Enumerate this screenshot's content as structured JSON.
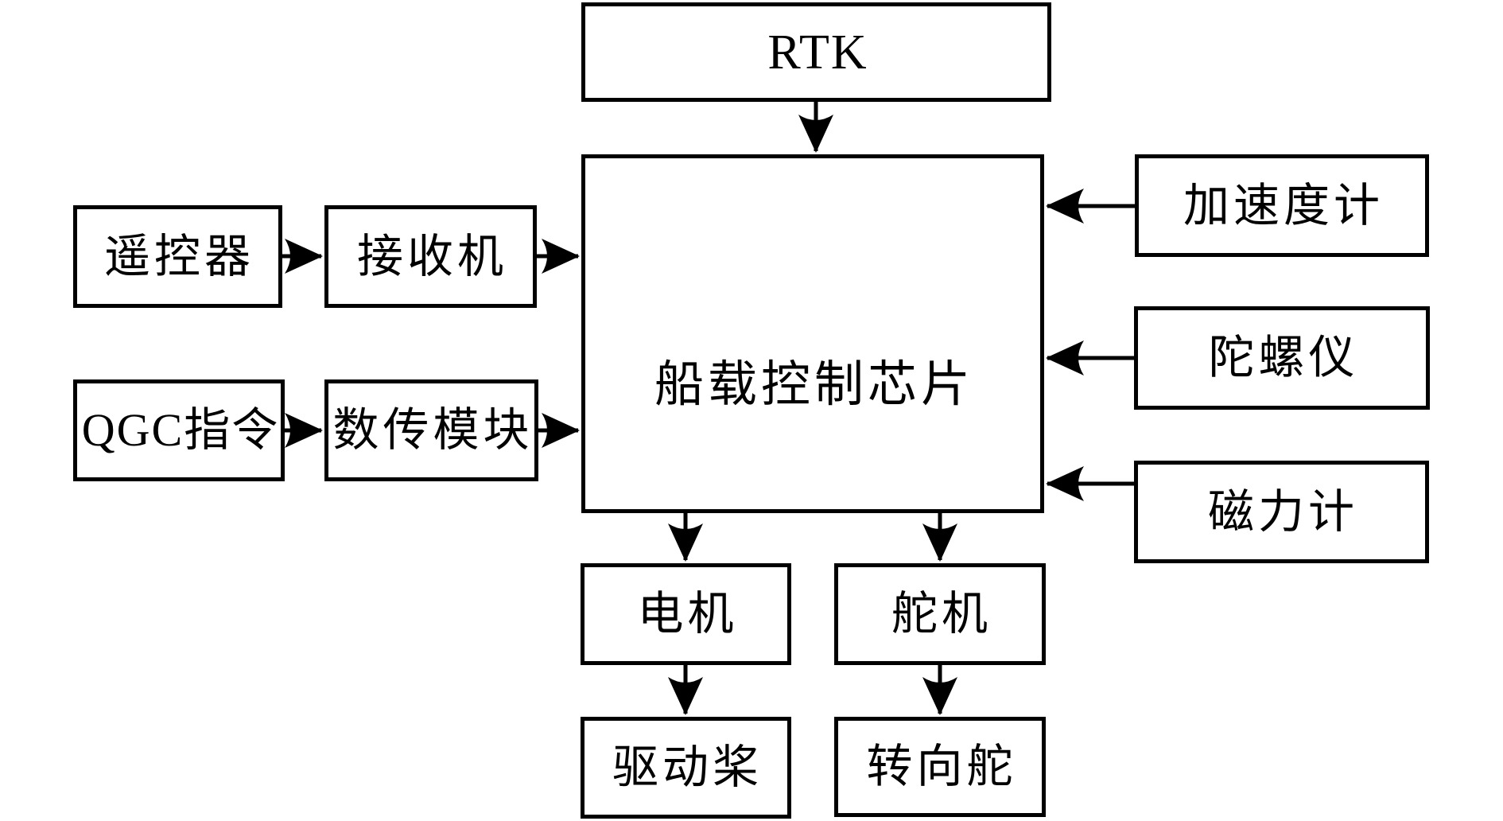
{
  "diagram": {
    "type": "block-diagram",
    "colors": {
      "line": "#000000",
      "background": "#ffffff",
      "box_fill": "#ffffff",
      "text": "#000000"
    },
    "nodes": {
      "rtk": {
        "label": "RTK"
      },
      "chip": {
        "label": "船载控制芯片"
      },
      "remote": {
        "label": "遥控器"
      },
      "receiver": {
        "label": "接收机"
      },
      "qgc": {
        "label": "QGC指令"
      },
      "telemetry": {
        "label": "数传模块"
      },
      "accel": {
        "label": "加速度计"
      },
      "gyro": {
        "label": "陀螺仪"
      },
      "mag": {
        "label": "磁力计"
      },
      "motor": {
        "label": "电机"
      },
      "servo": {
        "label": "舵机"
      },
      "propeller": {
        "label": "驱动桨"
      },
      "rudder": {
        "label": "转向舵"
      }
    },
    "edges": [
      {
        "from": "RTK",
        "to": "船载控制芯片"
      },
      {
        "from": "遥控器",
        "to": "接收机"
      },
      {
        "from": "接收机",
        "to": "船载控制芯片"
      },
      {
        "from": "QGC指令",
        "to": "数传模块"
      },
      {
        "from": "数传模块",
        "to": "船载控制芯片"
      },
      {
        "from": "加速度计",
        "to": "船载控制芯片"
      },
      {
        "from": "陀螺仪",
        "to": "船载控制芯片"
      },
      {
        "from": "磁力计",
        "to": "船载控制芯片"
      },
      {
        "from": "船载控制芯片",
        "to": "电机"
      },
      {
        "from": "船载控制芯片",
        "to": "舵机"
      },
      {
        "from": "电机",
        "to": "驱动桨"
      },
      {
        "from": "舵机",
        "to": "转向舵"
      }
    ]
  }
}
